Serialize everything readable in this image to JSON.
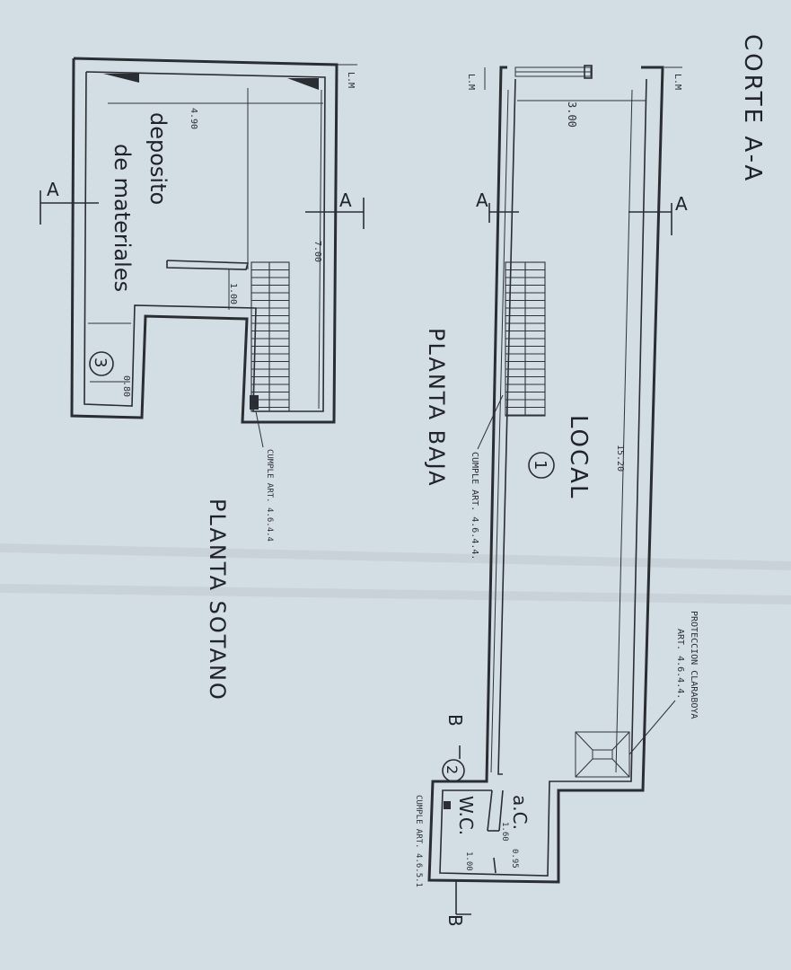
{
  "drawing": {
    "section_title": "CORTE A-A",
    "ground_floor": {
      "title": "PLANTA BAJA",
      "room_name": "LOCAL",
      "room_number": "1",
      "dim_length": "15.20",
      "dim_front": "3.00",
      "note_stair": "CUMPLE ART. 4.6.4.4.",
      "note_skylight_1": "PROTECCION CLARABOYA",
      "note_skylight_2": "ART. 4.6.4.4.",
      "lm": "L.M",
      "cut_a": "A",
      "cut_b": "B",
      "room2_number": "2",
      "ac_label": "a.C.",
      "wc_label": "W.C.",
      "dim_ac_1": "1.60",
      "dim_ac_2": "0.95",
      "dim_wc": "1.00",
      "note_wc": "CUMPLE ART. 4.6.5.1"
    },
    "basement": {
      "title": "PLANTA SOTANO",
      "room_name_1": "deposito",
      "room_name_2": "de materiales",
      "room_number": "3",
      "dim_length": "7.00",
      "dim_width": "4.90",
      "dim_small_1": "1.00",
      "dim_small_2": "0.80",
      "note_stair": "CUMPLE ART. 4.6.4.4",
      "lm": "L.M",
      "cut_a": "A"
    }
  }
}
